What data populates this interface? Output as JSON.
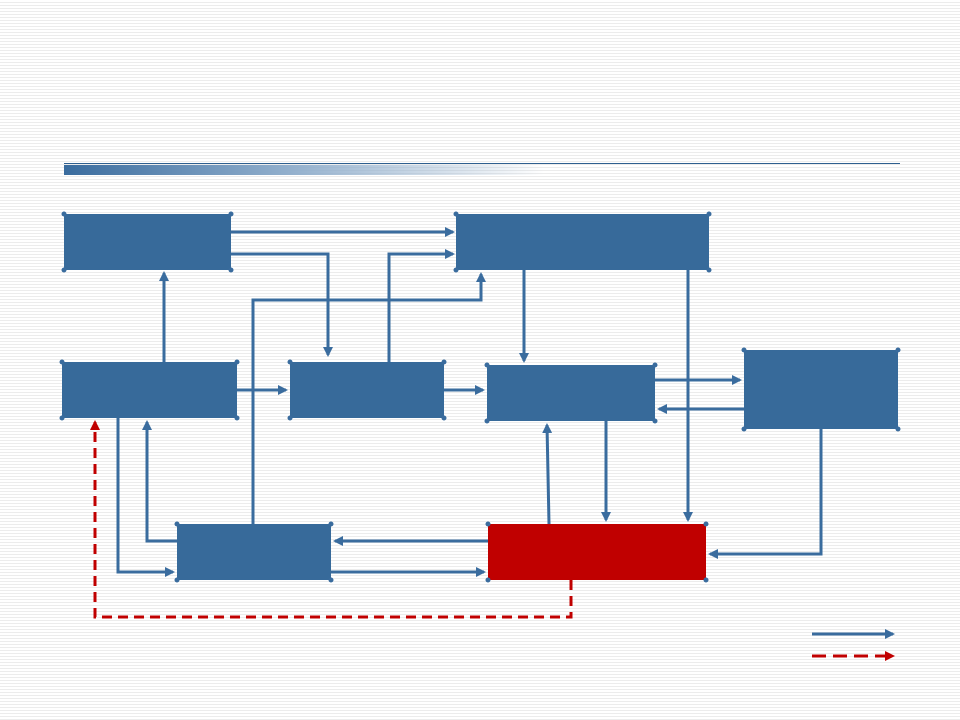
{
  "colors": {
    "box_fill": "#376a9a",
    "box_highlight_fill": "#c00000",
    "arrow_solid": "#3a6c9e",
    "arrow_dashed": "#c00000",
    "title_accent": "#3a6c9e"
  },
  "diagram": {
    "boxes": [
      {
        "id": "box-top-left",
        "text": "",
        "highlight": false
      },
      {
        "id": "box-top-center",
        "text": "",
        "highlight": false
      },
      {
        "id": "box-middle-left",
        "text": "",
        "highlight": false
      },
      {
        "id": "box-middle-center-left",
        "text": "",
        "highlight": false
      },
      {
        "id": "box-middle-center-right",
        "text": "",
        "highlight": false
      },
      {
        "id": "box-middle-right",
        "text": "",
        "highlight": false
      },
      {
        "id": "box-bottom-left",
        "text": "",
        "highlight": false
      },
      {
        "id": "box-bottom-center",
        "text": "",
        "highlight": true
      }
    ],
    "legend": [
      {
        "style": "solid",
        "label": ""
      },
      {
        "style": "dashed",
        "label": ""
      }
    ]
  }
}
